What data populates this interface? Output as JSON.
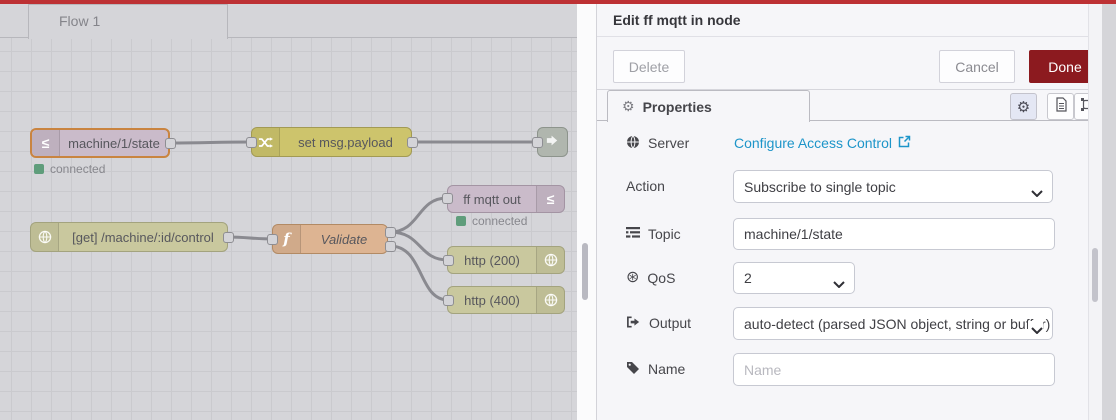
{
  "colors": {
    "topbar_red": "#bd3134",
    "done_red": "#8c1a1f",
    "link_blue": "#1d95c9",
    "status_green": "#5f9d7b"
  },
  "canvas": {
    "tab_label": "Flow 1",
    "nodes": {
      "mqtt_in": {
        "label": "machine/1/state"
      },
      "change": {
        "label": "set msg.payload"
      },
      "http_in": {
        "label": "[get] /machine/:id/control"
      },
      "function": {
        "label": "Validate"
      },
      "mqtt_out": {
        "label": "ff mqtt out"
      },
      "http200": {
        "label": "http (200)"
      },
      "http400": {
        "label": "http (400)"
      }
    },
    "status": {
      "mqtt_in": "connected",
      "mqtt_out": "connected"
    }
  },
  "panel": {
    "title": "Edit ff mqtt in node",
    "toolbar": {
      "delete": "Delete",
      "cancel": "Cancel",
      "done": "Done"
    },
    "tab": {
      "label": "Properties"
    },
    "icons": {
      "mqtt_glyph": "≤",
      "gear_glyph": "⚙",
      "qos_glyph": "⊛"
    },
    "fields": {
      "server": {
        "label": "Server",
        "link": "Configure Access Control"
      },
      "action": {
        "label": "Action",
        "value": "Subscribe to single topic"
      },
      "topic": {
        "label": "Topic",
        "value": "machine/1/state"
      },
      "qos": {
        "label": "QoS",
        "value": "2"
      },
      "output": {
        "label": "Output",
        "value": "auto-detect (parsed JSON object, string or buffer)"
      },
      "name": {
        "label": "Name",
        "placeholder": "Name"
      }
    }
  }
}
